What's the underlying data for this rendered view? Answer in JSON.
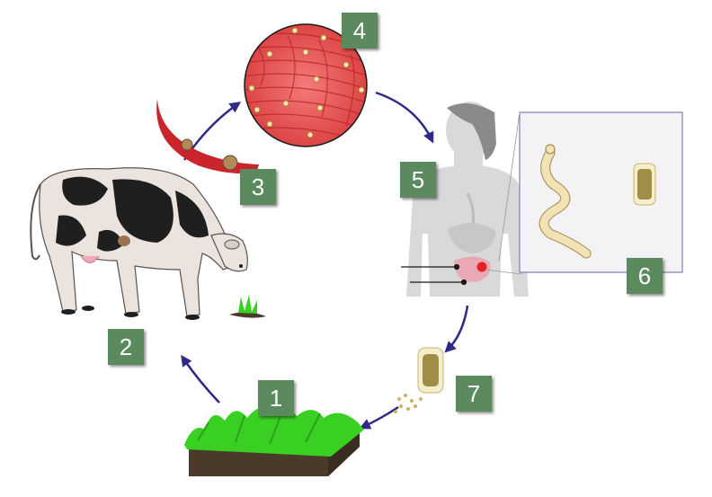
{
  "colors": {
    "badge": "#5a8a5e",
    "arrow": "#2e2a86",
    "muscle": "#e85555",
    "vessel": "#c9252a",
    "grass": "#3ad023",
    "soil": "#4a3a2a",
    "human": "#d9d9d9",
    "worm": "#f1e3b5",
    "egg": "#c7b563",
    "cow_black": "#1f1f1f",
    "cow_white": "#ebe3dd",
    "inset_border": "#6666aa"
  },
  "icons": [
    "cow-illustration",
    "grass-soil-illustration",
    "blood-vessel-illustration",
    "muscle-tissue-illustration",
    "human-silhouette-illustration",
    "tapeworm-illustration",
    "proglottid-illustration",
    "egg-cluster-illustration"
  ],
  "steps": [
    {
      "label": "1"
    },
    {
      "label": "2"
    },
    {
      "label": "3"
    },
    {
      "label": "4"
    },
    {
      "label": "5"
    },
    {
      "label": "6"
    },
    {
      "label": "7"
    }
  ]
}
